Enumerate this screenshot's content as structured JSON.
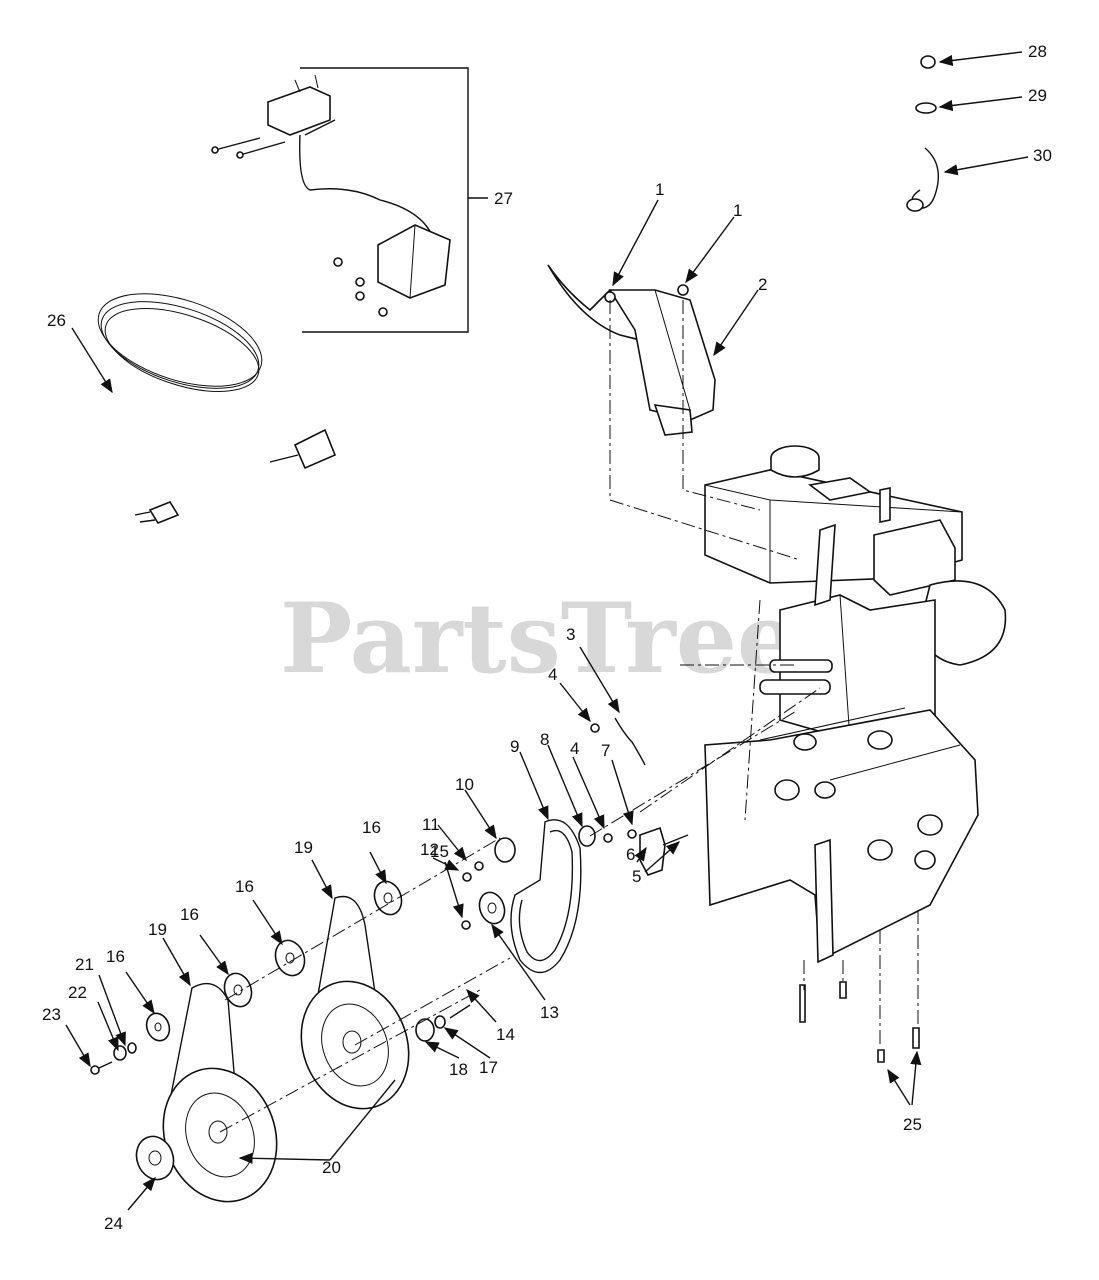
{
  "watermark": "PartsTree",
  "colors": {
    "line": "#111111",
    "watermark": "#d8d8d8",
    "background": "#ffffff"
  },
  "callouts": [
    {
      "id": "c28",
      "label": "28"
    },
    {
      "id": "c29",
      "label": "29"
    },
    {
      "id": "c30",
      "label": "30"
    },
    {
      "id": "c27",
      "label": "27"
    },
    {
      "id": "c26",
      "label": "26"
    },
    {
      "id": "c1a",
      "label": "1"
    },
    {
      "id": "c1b",
      "label": "1"
    },
    {
      "id": "c2",
      "label": "2"
    },
    {
      "id": "c3",
      "label": "3"
    },
    {
      "id": "c4a",
      "label": "4"
    },
    {
      "id": "c4b",
      "label": "4"
    },
    {
      "id": "c5",
      "label": "5"
    },
    {
      "id": "c6",
      "label": "6"
    },
    {
      "id": "c7",
      "label": "7"
    },
    {
      "id": "c8",
      "label": "8"
    },
    {
      "id": "c9",
      "label": "9"
    },
    {
      "id": "c10",
      "label": "10"
    },
    {
      "id": "c11",
      "label": "11"
    },
    {
      "id": "c12",
      "label": "12"
    },
    {
      "id": "c13",
      "label": "13"
    },
    {
      "id": "c14",
      "label": "14"
    },
    {
      "id": "c15",
      "label": "15"
    },
    {
      "id": "c16a",
      "label": "16"
    },
    {
      "id": "c16b",
      "label": "16"
    },
    {
      "id": "c16c",
      "label": "16"
    },
    {
      "id": "c16d",
      "label": "16"
    },
    {
      "id": "c17",
      "label": "17"
    },
    {
      "id": "c18",
      "label": "18"
    },
    {
      "id": "c19a",
      "label": "19"
    },
    {
      "id": "c19b",
      "label": "19"
    },
    {
      "id": "c20",
      "label": "20"
    },
    {
      "id": "c21",
      "label": "21"
    },
    {
      "id": "c22",
      "label": "22"
    },
    {
      "id": "c23",
      "label": "23"
    },
    {
      "id": "c24",
      "label": "24"
    },
    {
      "id": "c25",
      "label": "25"
    }
  ]
}
